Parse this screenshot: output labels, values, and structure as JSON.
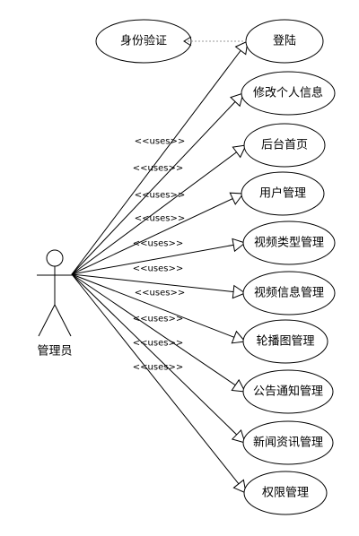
{
  "actor": {
    "label": "管理员"
  },
  "dependency": {
    "label": "身份验证"
  },
  "use_cases": [
    {
      "label": "登陆"
    },
    {
      "label": "修改个人信息"
    },
    {
      "label": "后台首页"
    },
    {
      "label": "用户管理"
    },
    {
      "label": "视频类型管理"
    },
    {
      "label": "视频信息管理"
    },
    {
      "label": "轮播图管理"
    },
    {
      "label": "公告通知管理"
    },
    {
      "label": "新闻资讯管理"
    },
    {
      "label": "权限管理"
    }
  ],
  "stereotype": "<<uses>>"
}
